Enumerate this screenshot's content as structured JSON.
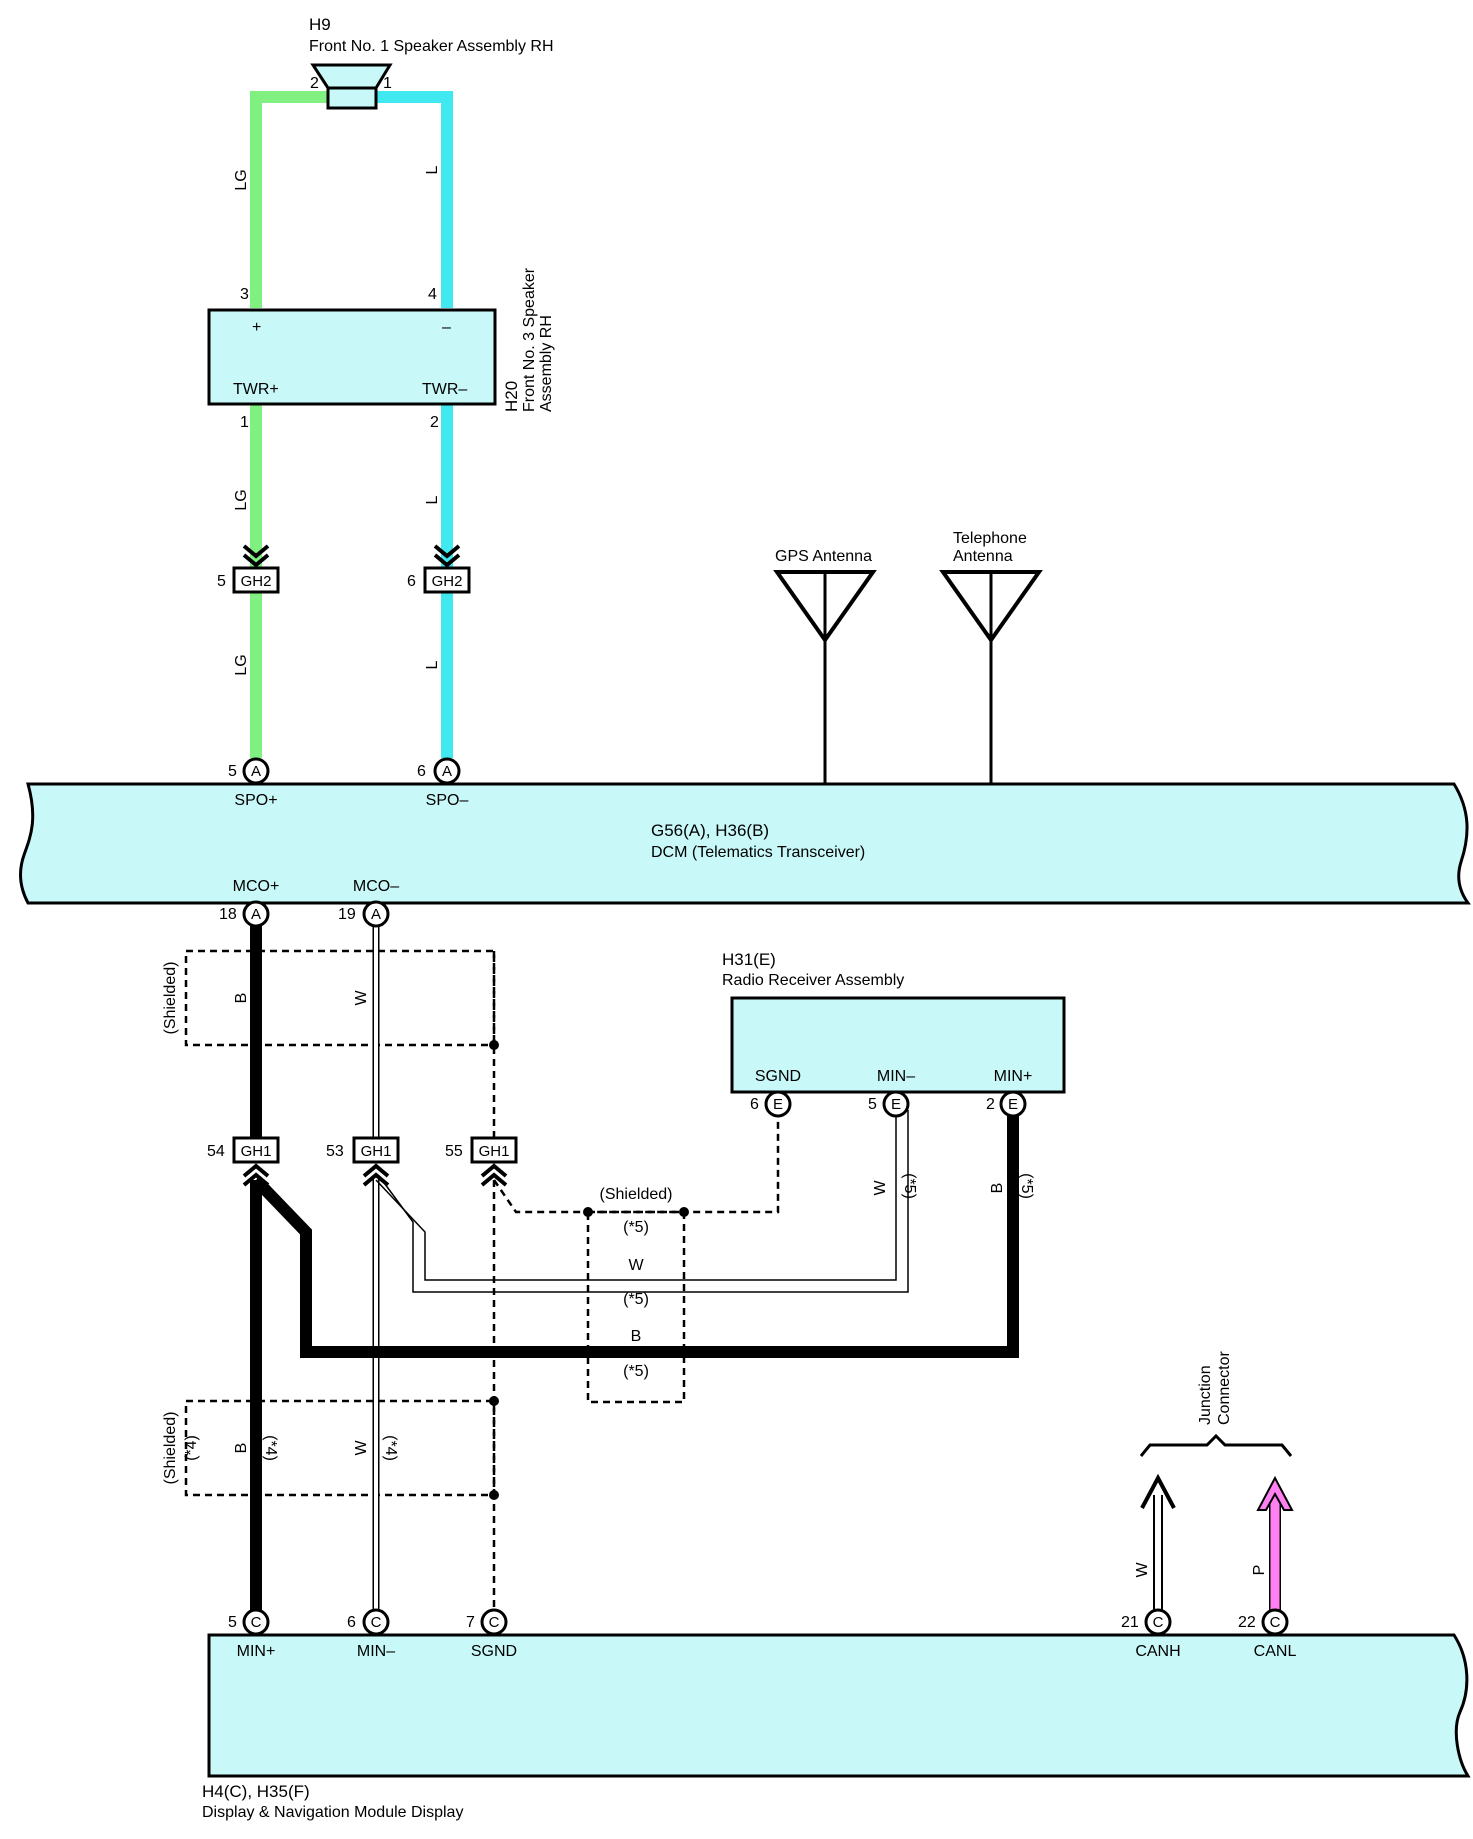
{
  "components": {
    "h9": {
      "code": "H9",
      "name": "Front No.  1 Speaker Assembly RH",
      "pin_left": "2",
      "pin_right": "1"
    },
    "h20": {
      "code": "H20",
      "name_line1": "Front No. 3 Speaker",
      "name_line2": "Assembly RH",
      "pin3": "3",
      "pin4": "4",
      "pin1": "1",
      "pin2": "2",
      "plus": "+",
      "minus": "–",
      "twr_plus": "TWR+",
      "twr_minus": "TWR–"
    },
    "gps": {
      "name": "GPS Antenna"
    },
    "tel": {
      "name_line1": "Telephone",
      "name_line2": "Antenna"
    },
    "dcm": {
      "code": "G56(A), H36(B)",
      "name": "DCM (Telematics Transceiver)",
      "spo_plus": "SPO+",
      "spo_minus": "SPO–",
      "mco_plus": "MCO+",
      "mco_minus": "MCO–"
    },
    "h31": {
      "code": "H31(E)",
      "name": "Radio Receiver Assembly",
      "sgnd": "SGND",
      "min_minus": "MIN–",
      "min_plus": "MIN+"
    },
    "display": {
      "code": "H4(C), H35(F)",
      "name": "Display & Navigation Module Display",
      "min_plus": "MIN+",
      "min_minus": "MIN–",
      "sgnd": "SGND",
      "canh": "CANH",
      "canl": "CANL"
    },
    "junction": {
      "name_line1": "Junction",
      "name_line2": "Connector"
    }
  },
  "connectors": {
    "gh2": "GH2",
    "gh1": "GH1",
    "gh2_pin_lg": "5",
    "gh2_pin_l": "6",
    "gh1_pin_b": "54",
    "gh1_pin_w": "53",
    "gh1_pin_sg": "55"
  },
  "terminals": {
    "a5": {
      "pin": "5",
      "letter": "A"
    },
    "a6": {
      "pin": "6",
      "letter": "A"
    },
    "a18": {
      "pin": "18",
      "letter": "A"
    },
    "a19": {
      "pin": "19",
      "letter": "A"
    },
    "e6": {
      "pin": "6",
      "letter": "E"
    },
    "e5": {
      "pin": "5",
      "letter": "E"
    },
    "e2": {
      "pin": "2",
      "letter": "E"
    },
    "c5": {
      "pin": "5",
      "letter": "C"
    },
    "c6": {
      "pin": "6",
      "letter": "C"
    },
    "c7": {
      "pin": "7",
      "letter": "C"
    },
    "c21": {
      "pin": "21",
      "letter": "C"
    },
    "c22": {
      "pin": "22",
      "letter": "C"
    }
  },
  "wire_labels": {
    "lg": "LG",
    "l": "L",
    "b": "B",
    "w": "W",
    "p": "P",
    "shielded": "(Shielded)",
    "note4": "(*4)",
    "note5": "(*5)"
  },
  "colors": {
    "lg": "#80f080",
    "l": "#40e8f0",
    "p": "#ff80f0",
    "component_fill": "#c8f8f8",
    "black": "#000000"
  }
}
